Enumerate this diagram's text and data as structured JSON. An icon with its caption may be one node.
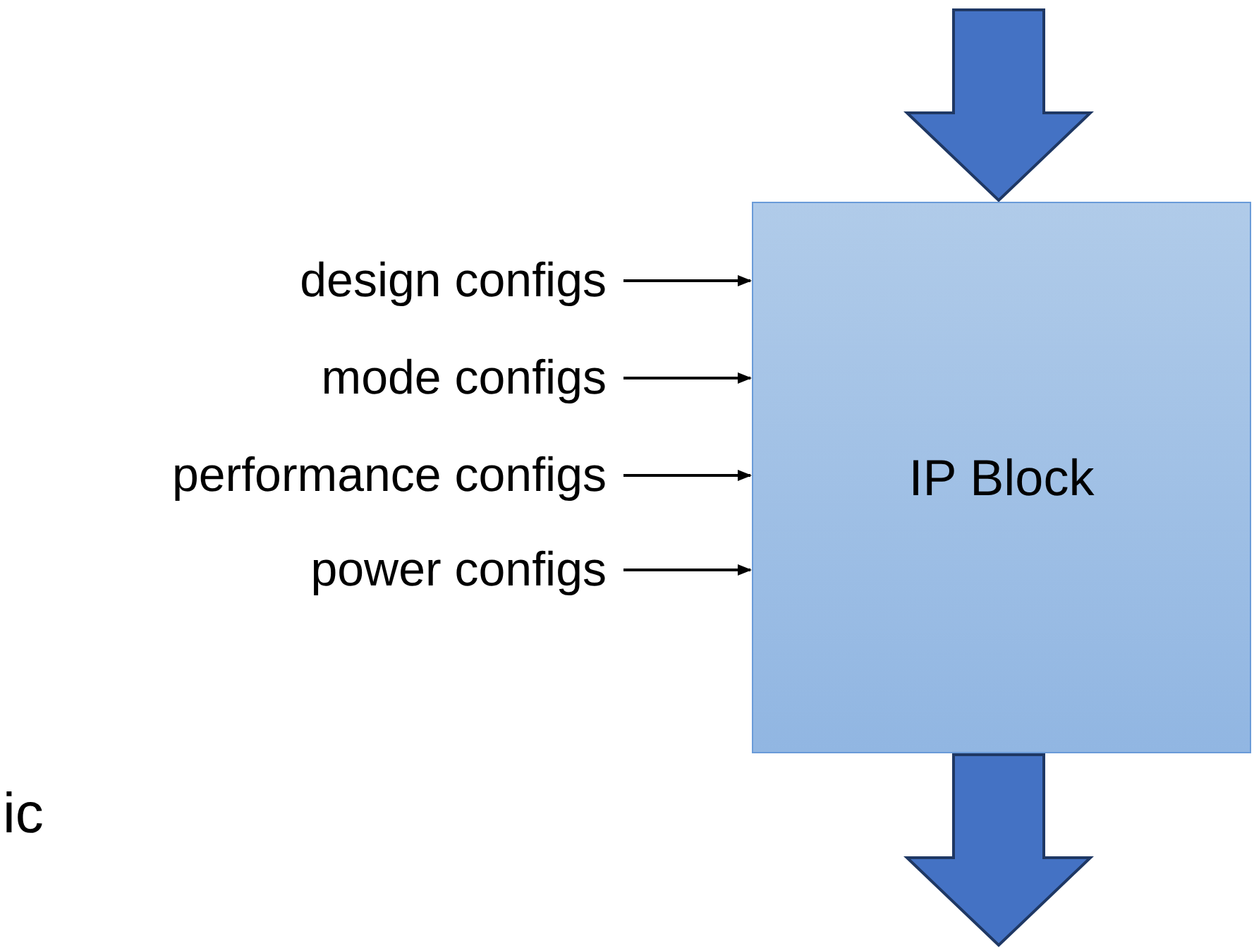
{
  "diagram": {
    "nodes": [
      {
        "text": [
          "IP Block"
        ]
      },
      {
        "text": [
          "design configs"
        ]
      },
      {
        "text": [
          "mode configs"
        ]
      },
      {
        "text": [
          "performance configs"
        ]
      },
      {
        "text": [
          "power configs"
        ]
      }
    ],
    "edges": [
      {
        "from": 1,
        "to": 0,
        "arrow": "to"
      },
      {
        "from": 2,
        "to": 0,
        "arrow": "to"
      },
      {
        "from": 3,
        "to": 0,
        "arrow": "to"
      },
      {
        "from": 4,
        "to": 0,
        "arrow": "to"
      },
      {
        "from": null,
        "to": 0,
        "arrow": "to",
        "style": "thick",
        "color": "#4472c4"
      },
      {
        "from": 0,
        "to": null,
        "arrow": "to",
        "style": "thick",
        "color": "#4472c4"
      }
    ],
    "labels": [
      "ic"
    ]
  }
}
